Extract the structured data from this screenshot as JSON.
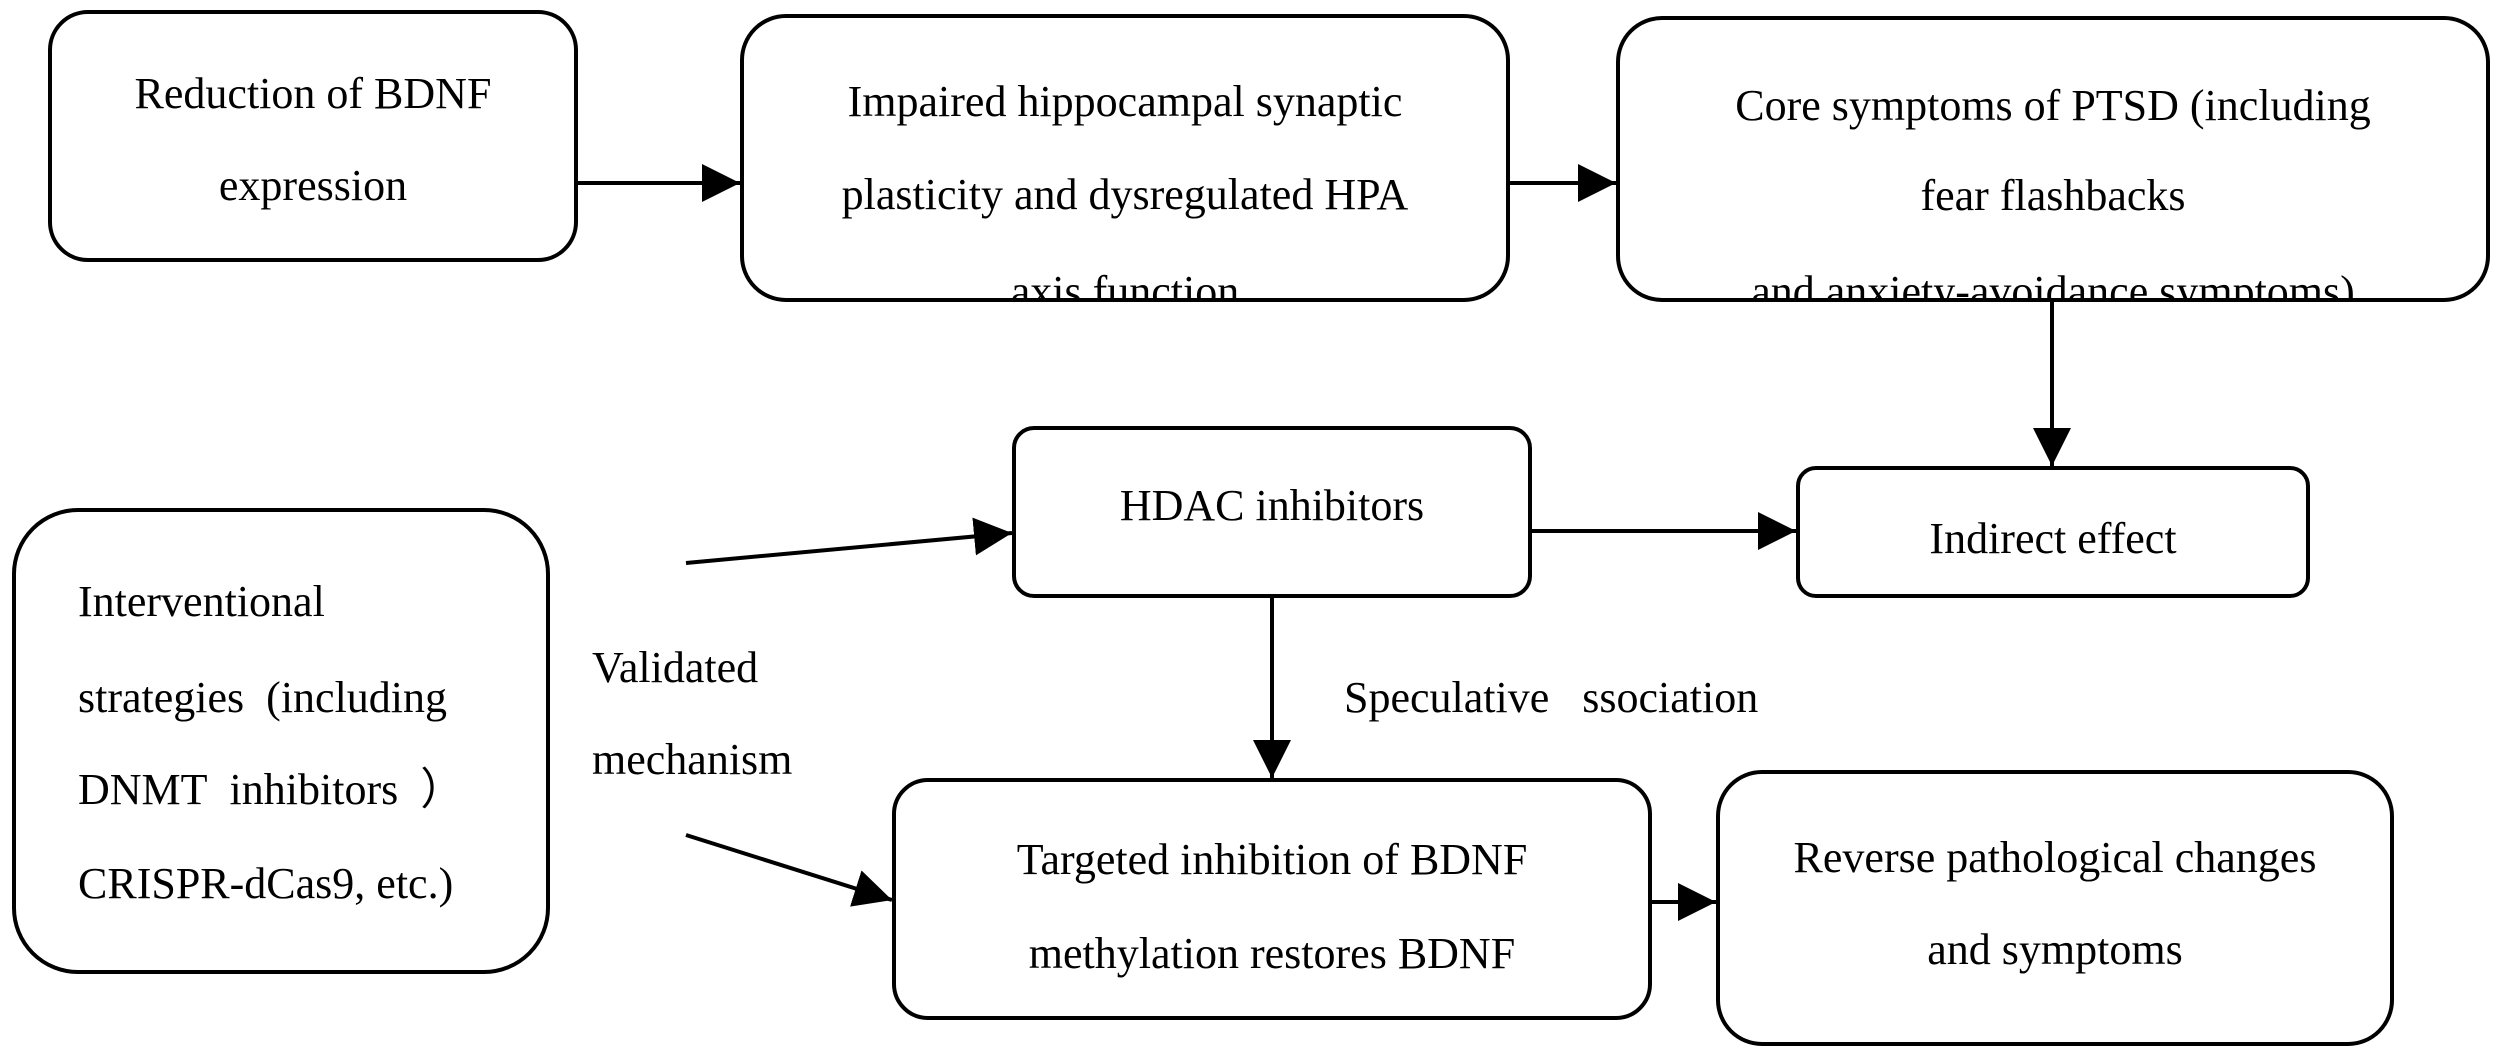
{
  "boxes": {
    "bdnf_reduction": {
      "lines": [
        "Reduction of BDNF",
        "expression"
      ]
    },
    "impaired_plasticity": {
      "lines": [
        "Impaired hippocampal synaptic",
        "plasticity and dysregulated HPA",
        "axis function"
      ]
    },
    "core_symptoms": {
      "lines": [
        "Core symptoms of PTSD (including",
        "fear flashbacks",
        "and anxiety-avoidance symptoms)"
      ]
    },
    "hdac": {
      "lines": [
        "HDAC inhibitors"
      ]
    },
    "indirect": {
      "lines": [
        "Indirect effect"
      ]
    },
    "interventional": {
      "lines": [
        "Interventional",
        "strategies  (including",
        "DNMT  inhibitors  ）",
        "CRISPR-dCas9, etc.)"
      ]
    },
    "targeted": {
      "lines": [
        "Targeted inhibition of BDNF",
        "methylation restores BDNF"
      ]
    },
    "reverse": {
      "lines": [
        "Reverse pathological changes",
        "and symptoms"
      ]
    }
  },
  "labels": {
    "validated": [
      "Validated",
      "mechanism"
    ],
    "speculative": "Speculative   ssociation"
  }
}
